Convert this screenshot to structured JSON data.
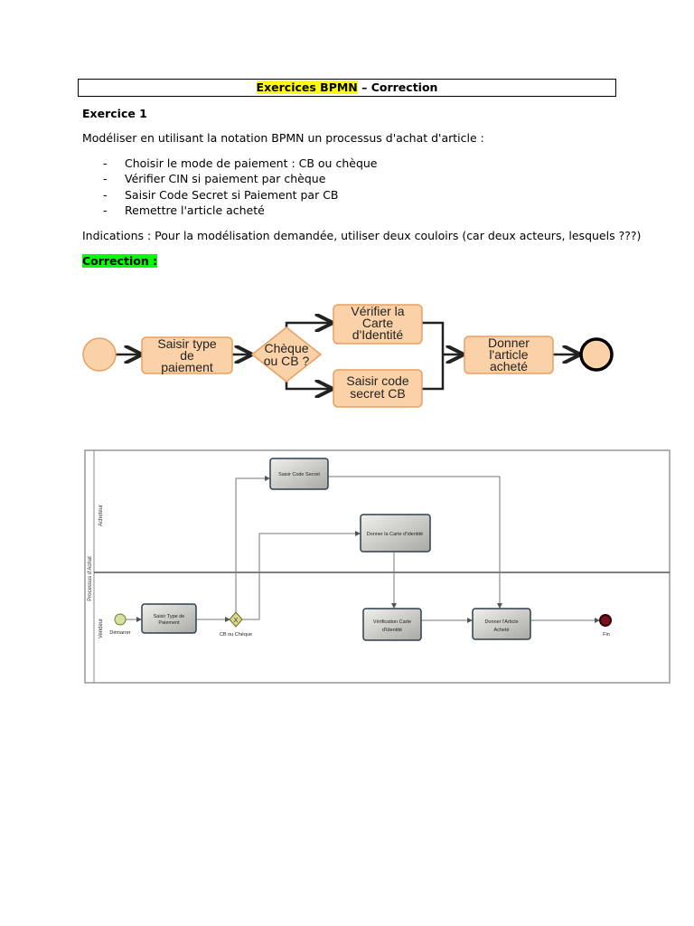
{
  "header": {
    "title_highlight": "Exercices BPMN",
    "title_rest": " – Correction"
  },
  "exercise": {
    "heading": "Exercice 1",
    "intro": "Modéliser en utilisant la notation BPMN un processus d'achat d'article :",
    "bullets": [
      "Choisir le mode de paiement : CB ou chèque",
      "Vérifier CIN si paiement par chèque",
      "Saisir Code Secret si Paiement par CB",
      "Remettre l'article acheté"
    ],
    "bullet_marker": "-",
    "indications": "Indications : Pour la modélisation demandée, utiliser deux couloirs (car deux acteurs, lesquels ???)",
    "correction_label": "Correction :"
  },
  "diagram1": {
    "task_type": [
      "Saisir type",
      "de",
      "paiement"
    ],
    "gateway": [
      "Chèque",
      "ou CB ?"
    ],
    "task_verify": [
      "Vérifier la",
      "Carte",
      "d'Identité"
    ],
    "task_code": [
      "Saisir code",
      "secret CB"
    ],
    "task_give": [
      "Donner",
      "l'article",
      "acheté"
    ],
    "fill_color": "#fbd2a8",
    "stroke_color": "#e8a060"
  },
  "diagram2": {
    "pool_label": "Processus d'Achat",
    "lane_top": "Acheteur",
    "lane_bottom": "Vendeur",
    "start_label": "Démarrer",
    "task_type": [
      "Saisir Type de",
      "Paiement"
    ],
    "gateway_label": "CB ou Chèque",
    "task_code": "Saisir Code Secret",
    "task_card": "Donner la Carte d'Identité",
    "task_verify": [
      "Vérification Carte",
      "d'Identité"
    ],
    "task_give": [
      "Donner l'Article",
      "Acheté"
    ],
    "end_label": "Fin"
  }
}
